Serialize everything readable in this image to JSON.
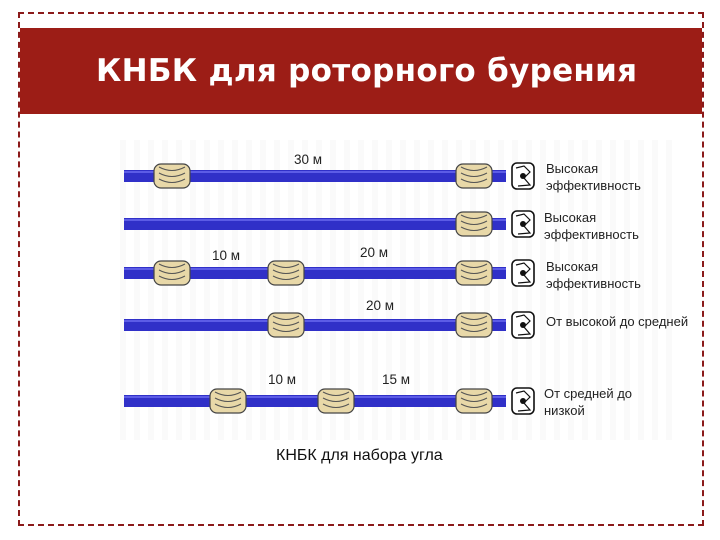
{
  "title": "КНБК для роторного бурения",
  "colors": {
    "title_bg": "#9c1d16",
    "pipe": "#3030c8",
    "stabilizer": "#e8d8a8"
  },
  "assemblies": [
    {
      "dims": [
        {
          "text": "30 м"
        }
      ],
      "bit_label": [
        "Высокая",
        "эффективность"
      ]
    },
    {
      "dims": [],
      "bit_label": [
        "Высокая",
        "эффективность"
      ]
    },
    {
      "dims": [
        {
          "text": "10 м"
        },
        {
          "text": "20 м"
        }
      ],
      "bit_label": [
        "Высокая",
        "эффективность"
      ]
    },
    {
      "dims": [
        {
          "text": "20 м"
        }
      ],
      "bit_label": [
        "От высокой до средней"
      ]
    },
    {
      "dims": [
        {
          "text": "10 м"
        },
        {
          "text": "15 м"
        }
      ],
      "bit_label": [
        "От средней до",
        "низкой"
      ]
    }
  ],
  "caption": "КНБК для набора угла"
}
